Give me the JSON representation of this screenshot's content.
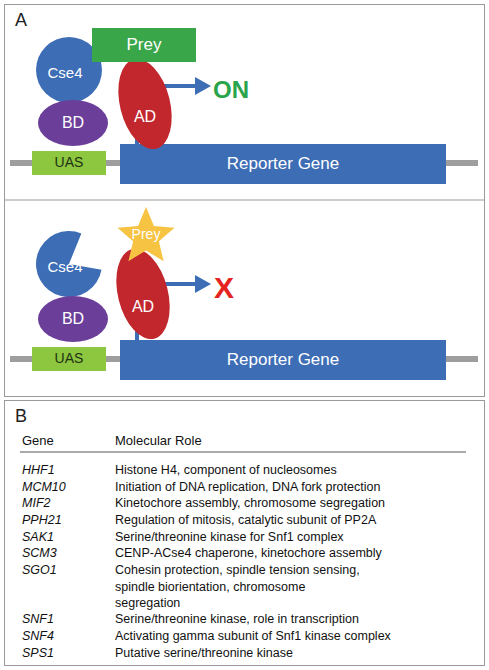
{
  "diagram": {
    "nodes": [
      {
        "text": [
          "Cse4"
        ]
      },
      {
        "text": [
          "Prey"
        ]
      },
      {
        "text": [
          "BD"
        ]
      },
      {
        "text": [
          "AD"
        ]
      },
      {
        "text": [
          "UAS"
        ]
      },
      {
        "text": [
          "Reporter Gene"
        ]
      },
      {
        "text": [
          "Cse4"
        ]
      },
      {
        "text": [
          "Prey"
        ]
      },
      {
        "text": [
          "BD"
        ]
      },
      {
        "text": [
          "AD"
        ]
      },
      {
        "text": [
          "UAS"
        ]
      },
      {
        "text": [
          "Reporter Gene"
        ]
      }
    ],
    "labels": [
      "A",
      "ON",
      "X",
      "B",
      "Gene",
      "Molecular Role",
      "HHF1",
      "Histone H4, component of nucleosomes",
      "MCM10",
      "Initiation of DNA replication, DNA fork protection",
      "MIF2",
      "Kinetochore assembly, chromosome segregation",
      "PPH21",
      "Regulation of mitosis, catalytic subunit of PP2A",
      "SAK1",
      "Serine/threonine kinase for Snf1 complex",
      "SCM3",
      "CENP-ACse4 chaperone, kinetochore assembly",
      "SGO1",
      "Cohesin protection, spindle tension sensing, spindle biorientation, chromosome segregation",
      "SNF1",
      "Serine/threonine kinase, role in transcription",
      "SNF4",
      "Activating gamma subunit of Snf1 kinase complex",
      "SPS1",
      "Putative serine/threonine kinase"
    ]
  }
}
